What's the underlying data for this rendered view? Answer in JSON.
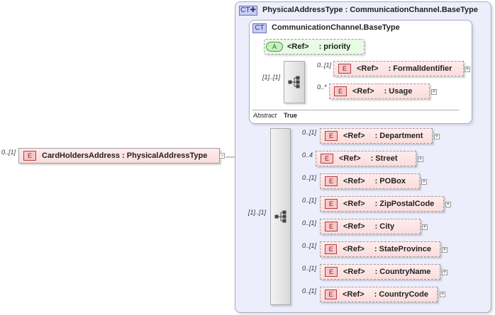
{
  "root": {
    "multiplicity": "0..[1]",
    "badge": "E",
    "name": "CardHoldersAddress : PhysicalAddressType"
  },
  "outer_type": {
    "badge": "CT",
    "title": "PhysicalAddressType : CommunicationChannel.BaseType"
  },
  "base_type": {
    "badge": "CT",
    "title": "CommunicationChannel.BaseType",
    "attribute": {
      "badge": "A",
      "ref": "<Ref>",
      "name": ": priority"
    },
    "sequence_multiplicity": "[1]..[1]",
    "elements": [
      {
        "multiplicity": "0..[1]",
        "badge": "E",
        "ref": "<Ref>",
        "name": ": FormalIdentifier"
      },
      {
        "multiplicity": "0..*",
        "badge": "E",
        "ref": "<Ref>",
        "name": ": Usage"
      }
    ],
    "abstract_label": "Abstract",
    "abstract_value": "True"
  },
  "main_sequence": {
    "multiplicity": "[1]..[1]",
    "elements": [
      {
        "multiplicity": "0..[1]",
        "badge": "E",
        "ref": "<Ref>",
        "name": ": Department"
      },
      {
        "multiplicity": "0..4",
        "badge": "E",
        "ref": "<Ref>",
        "name": ": Street"
      },
      {
        "multiplicity": "0..[1]",
        "badge": "E",
        "ref": "<Ref>",
        "name": ": POBox"
      },
      {
        "multiplicity": "0..[1]",
        "badge": "E",
        "ref": "<Ref>",
        "name": ": ZipPostalCode"
      },
      {
        "multiplicity": "0..[1]",
        "badge": "E",
        "ref": "<Ref>",
        "name": ": City"
      },
      {
        "multiplicity": "0..[1]",
        "badge": "E",
        "ref": "<Ref>",
        "name": ": StateProvince"
      },
      {
        "multiplicity": "0..[1]",
        "badge": "E",
        "ref": "<Ref>",
        "name": ": CountryName"
      },
      {
        "multiplicity": "0..[1]",
        "badge": "E",
        "ref": "<Ref>",
        "name": ": CountryCode"
      }
    ]
  },
  "colors": {
    "element_fill": "#fbdcdc",
    "type_panel_fill": "#eceefb",
    "attribute_fill": "#e8fbe4",
    "connector": "#8a8a8a"
  }
}
